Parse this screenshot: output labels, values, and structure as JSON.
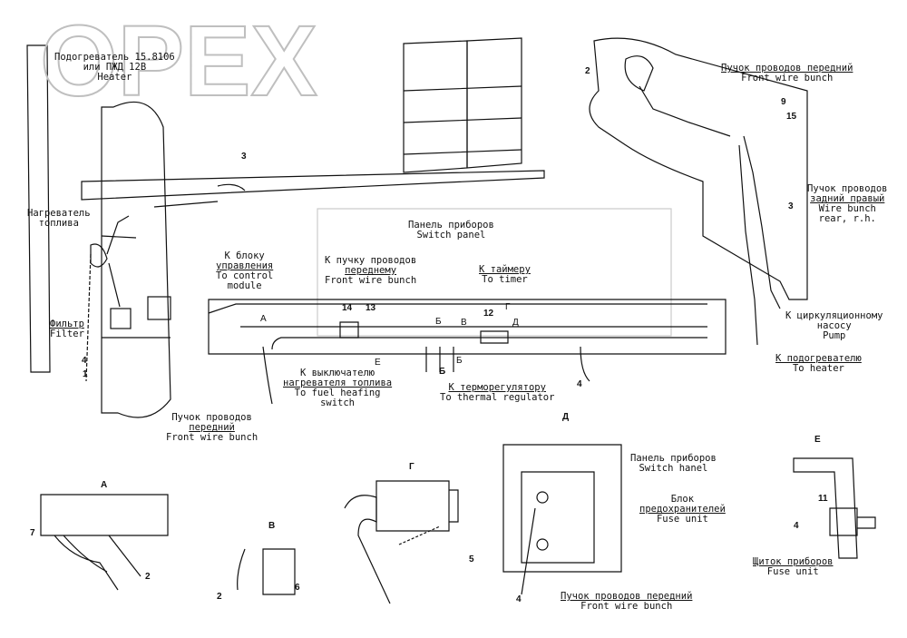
{
  "labels": {
    "heater": {
      "ru_1": "Подогреватель 15.8106",
      "ru_2": "или ПЖД 12В",
      "en": "Heater"
    },
    "fuel_heater": {
      "ru_1": "Нагреватель",
      "ru_2": "топлива"
    },
    "filter": {
      "ru": "Фильтр",
      "en": "Filter"
    },
    "front_bunch_top": {
      "ru": "Пучок проводов передний",
      "en": "Front wire bunch"
    },
    "rear_bunch": {
      "ru_1": "Пучок проводов",
      "ru_2": "задний правый",
      "en_1": "Wire bunch",
      "en_2": "rear, r.h."
    },
    "switch_panel": {
      "ru": "Панель приборов",
      "en": "Switch panel"
    },
    "control_module": {
      "ru_1": "К блоку",
      "ru_2": "управления",
      "en_1": "To control",
      "en_2": "module"
    },
    "to_front_bunch": {
      "ru_1": "К пучку проводов",
      "ru_2": "переднему",
      "en": "Front wire bunch"
    },
    "to_timer": {
      "ru": "К таймеру",
      "en": "To timer"
    },
    "pump": {
      "ru_1": "К циркуляционному",
      "ru_2": "насосу",
      "en": "Pump"
    },
    "to_heater": {
      "ru": "К подогревателю",
      "en": "To heater"
    },
    "fuel_switch": {
      "ru_1": "К выключателю",
      "ru_2": "нагревателя топлива",
      "en_1": "To fuel heafing",
      "en_2": "switch"
    },
    "thermal_reg": {
      "ru": "К терморегулятору",
      "en": "To thermal regulator"
    },
    "front_bunch_low": {
      "ru_1": "Пучок проводов",
      "ru_2": "передний",
      "en": "Front wire bunch"
    },
    "panel_detail": {
      "ru": "Панель приборов",
      "en": "Switch hanel"
    },
    "fuse_unit": {
      "ru_1": "Блок",
      "ru_2": "предохранителей",
      "en": "Fuse unit"
    },
    "front_bunch_bottom": {
      "ru": "Пучок проводов передний",
      "en": "Front wire bunch"
    },
    "dash_fuse": {
      "ru": "Щиток приборов",
      "en": "Fuse unit"
    }
  },
  "numbers": {
    "n2a": "2",
    "n9": "9",
    "n15": "15",
    "n3a": "3",
    "n3b": "3",
    "n4a": "4",
    "n1": "1",
    "n14": "14",
    "n13": "13",
    "n12": "12",
    "n4b": "4",
    "n7": "7",
    "n2b": "2",
    "n2c": "2",
    "n6": "6",
    "n5": "5",
    "n4c": "4",
    "n11": "11",
    "n4d": "4"
  },
  "views": {
    "a": "А",
    "b": "Б",
    "v": "В",
    "g": "Г",
    "d": "Д",
    "e": "Е"
  },
  "arrows": {
    "a": "А",
    "e": "Е",
    "b1": "Б",
    "b2": "Б",
    "v": "В",
    "g": "Г",
    "d": "Д"
  },
  "watermark": "OPEX"
}
